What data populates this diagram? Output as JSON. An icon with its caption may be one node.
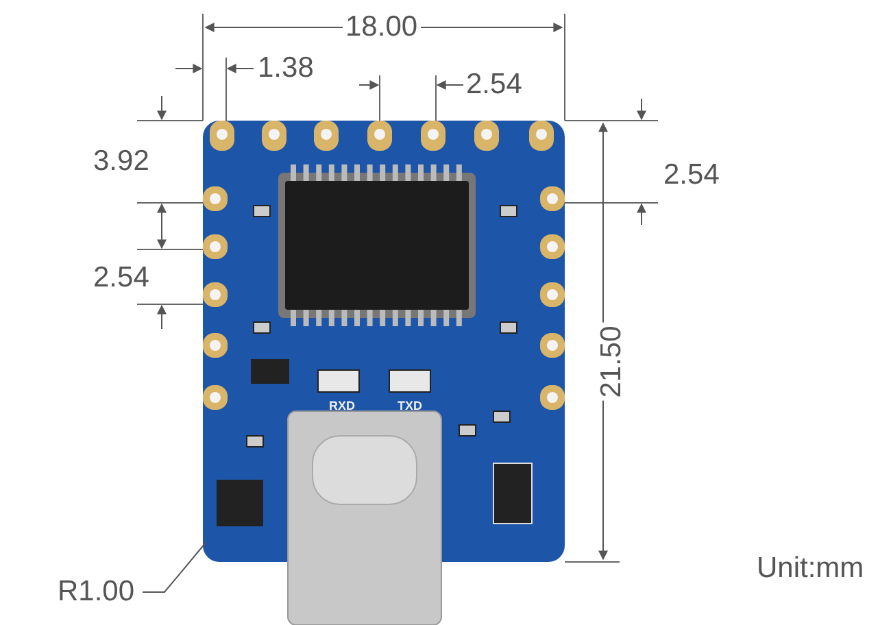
{
  "diagram": {
    "nodes": [
      {
        "text": [
          "R1.00"
        ]
      },
      {
        "text": [],
        "shape": "picture"
      }
    ],
    "edges": [
      {
        "from": 0,
        "to": 1,
        "arrow": "none"
      }
    ],
    "labels": [
      "18.00",
      "1.38",
      "2.54",
      "3.92",
      "2.54",
      "2.54",
      "21.50",
      "RXD",
      "TXD",
      "Unit:mm"
    ]
  }
}
